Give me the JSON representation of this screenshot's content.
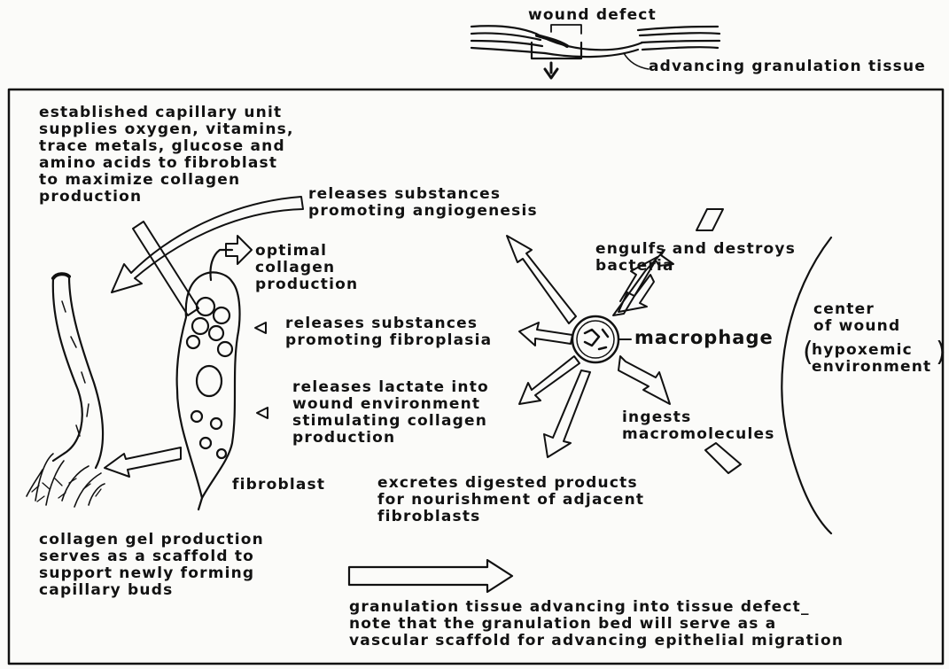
{
  "top": {
    "wound_defect": "wound defect",
    "advancing_tissue": "advancing granulation tissue"
  },
  "labels": {
    "capillary_unit": "established capillary unit\nsupplies oxygen, vitamins,\ntrace metals, glucose and\namino acids to fibroblast\nto maximize collagen\nproduction",
    "releases_angiogenesis": "releases substances\npromoting angiogenesis",
    "optimal_collagen": "optimal\ncollagen\nproduction",
    "engulfs_bacteria": "engulfs and destroys\nbacteria",
    "releases_fibroplasia": "releases substances\npromoting fibroplasia",
    "macrophage": "macrophage",
    "center_of_wound": "center\nof wound",
    "hypoxemic": "hypoxemic\nenvironment",
    "releases_lactate": "releases lactate into\nwound environment\nstimulating collagen\nproduction",
    "ingests": "ingests\nmacromolecules",
    "fibroblast": "fibroblast",
    "excretes": "excretes digested products\nfor nourishment of adjacent\nfibroblasts",
    "collagen_gel": "collagen gel production\nserves as a scaffold to\nsupport newly forming\ncapillary buds",
    "granulation_note": "granulation tissue advancing into tissue defect_\nnote that the granulation bed will serve as a\nvascular scaffold for advancing epithelial migration"
  }
}
